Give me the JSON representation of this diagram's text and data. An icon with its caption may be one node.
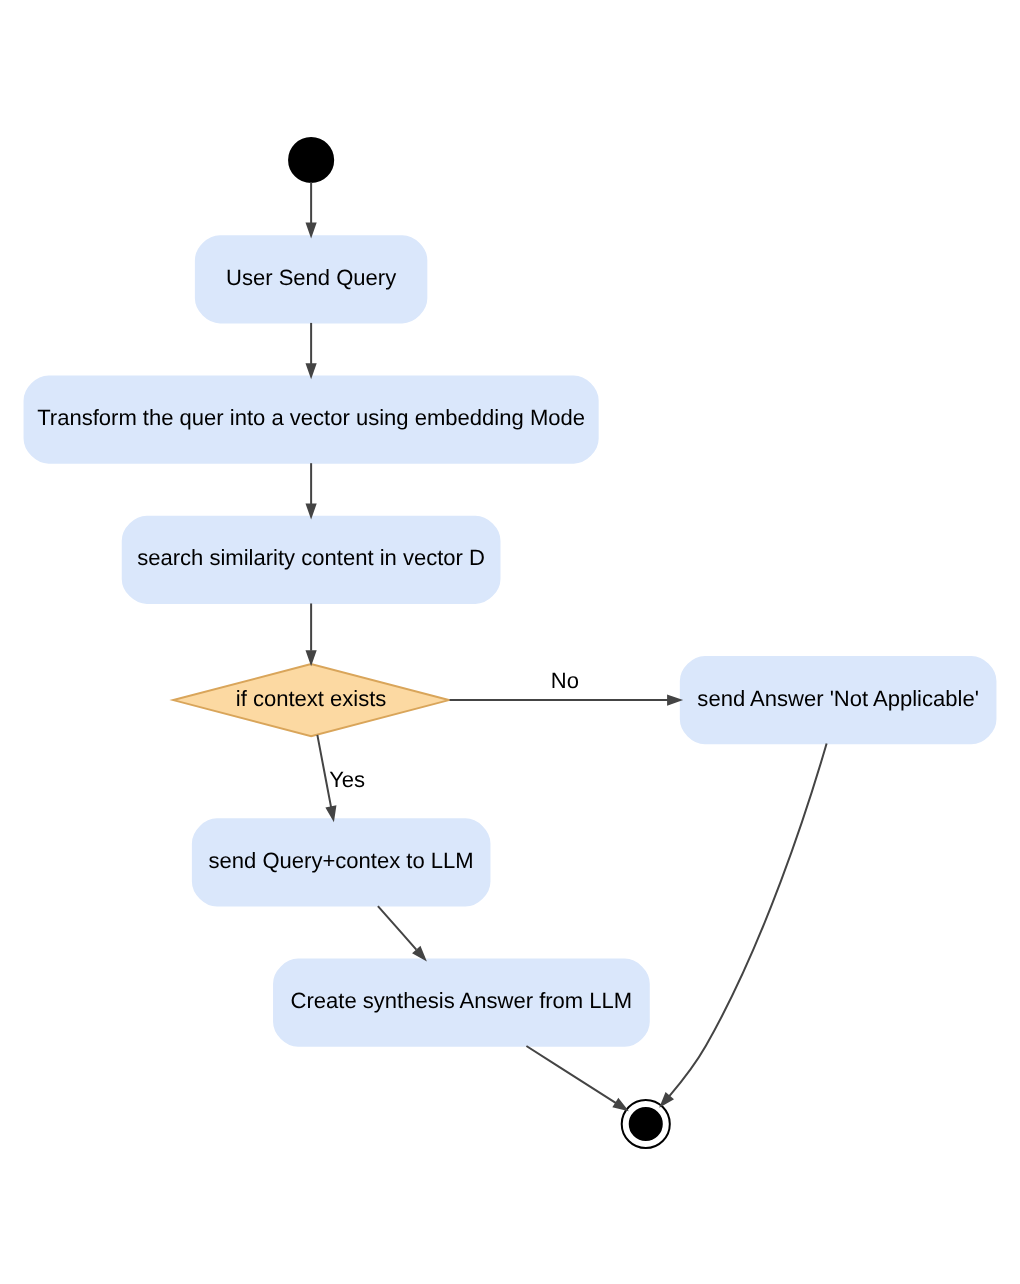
{
  "diagram": {
    "nodes": [
      {
        "text": [],
        "shape": "circle"
      },
      {
        "text": [
          "User Send Query"
        ]
      },
      {
        "text": [
          "Transform the quer into a vector using embedding Mode"
        ]
      },
      {
        "text": [
          "search similarity content in vector D"
        ]
      },
      {
        "text": [
          "if context exists"
        ]
      },
      {
        "text": [
          "send Answer 'Not Applicable'"
        ]
      },
      {
        "text": [
          "send Query+contex to LLM"
        ]
      },
      {
        "text": [
          "Create synthesis Answer from LLM"
        ]
      },
      {
        "text": [],
        "shape": "circle"
      }
    ],
    "edges": [
      {
        "from": 0,
        "to": 1,
        "arrow": "to"
      },
      {
        "from": 1,
        "to": 2,
        "arrow": "to"
      },
      {
        "from": 2,
        "to": 3,
        "arrow": "to"
      },
      {
        "from": 3,
        "to": 4,
        "arrow": "to"
      },
      {
        "from": 4,
        "to": 5,
        "arrow": "to",
        "label": "No"
      },
      {
        "from": 4,
        "to": 6,
        "arrow": "to",
        "label": "Yes"
      },
      {
        "from": 6,
        "to": 7,
        "arrow": "to"
      },
      {
        "from": 7,
        "to": 8,
        "arrow": "to"
      },
      {
        "from": 5,
        "to": 8,
        "arrow": "to"
      }
    ]
  }
}
